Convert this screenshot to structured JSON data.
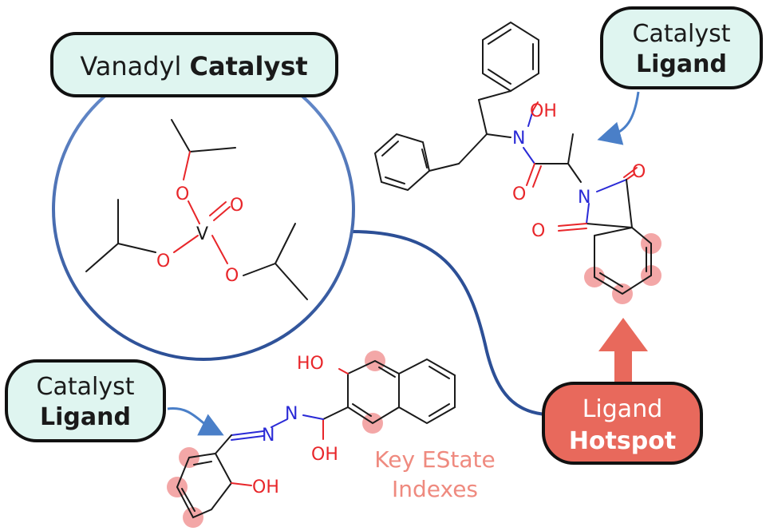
{
  "labels": {
    "vanadyl_normal": "Vanadyl ",
    "vanadyl_bold": "Catalyst",
    "ligand_tr_line1": "Catalyst",
    "ligand_tr_line2": "Ligand",
    "ligand_bl_line1": "Catalyst",
    "ligand_bl_line2": "Ligand",
    "hotspot_line1": "Ligand",
    "hotspot_line2": "Hotspot",
    "estate_line1": "Key EState",
    "estate_line2": "Indexes"
  },
  "atoms": {
    "O": "O",
    "N": "N",
    "V": "V",
    "OH": "OH",
    "HO": "HO"
  },
  "colors": {
    "callout_fill": "#dff5f0",
    "hotspot_fill": "#e8695c",
    "hotspot_highlight": "#ef8a8a",
    "circle_stroke": "#4a6fb8",
    "arrow_blue": "#4a7fc8",
    "estate_text": "#ef8a7f",
    "oxygen": "#e8262a",
    "nitrogen": "#2a2ad6"
  }
}
